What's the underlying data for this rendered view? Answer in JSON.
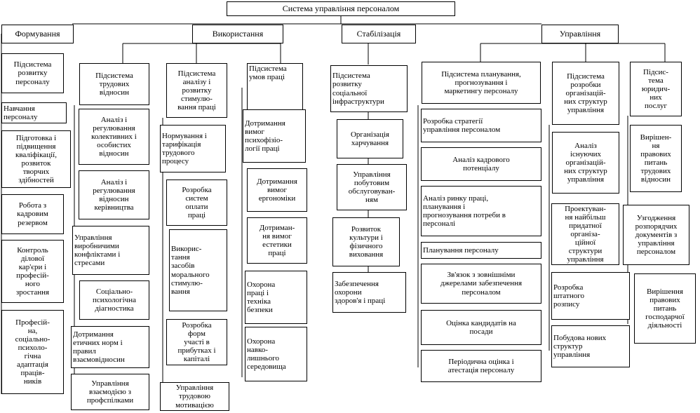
{
  "title": "Система управління персоналом",
  "branches": {
    "formation": "Формування",
    "usage": "Використання",
    "stabilization": "Стабілізація",
    "management": "Управління"
  },
  "formation": [
    "Підсистема\nрозвитку\nперсоналу",
    "Навчання\nперсоналу",
    "Підготовка і\nпідвищення\nкваліфікації,\nрозвиток\nтворчих\nздібностей",
    "Робота з\nкадровим\nрезервом",
    "Контроль\nділової\nкар'єри і\nпрофесій-\nного\nзростання",
    "Професій-\nна,\nсоціально-\nпсихоло-\nгічна\nадаптація\nпраців-\nників"
  ],
  "usage_col1": [
    "Підсистема\nтрудових\nвідносин",
    "Аналіз і\nрегулювання\nколективних і\nособистих\nвідносин",
    "Аналіз і\nрегулювання\nвідносин\nкерівництва",
    "Управління\nвиробничими\nконфліктами і\nстресами",
    "Соціально-\nпсихологічна\nдіагностика",
    "Дотримання\nетичних норм і\nправил\nвзаємовідносин",
    "Управління\nвзаємодією з\nпрофспілками"
  ],
  "usage_col2": [
    "Підсистема\nаналізу і\nрозвитку\nстимулю-\nвання праці",
    "Нормування і\nтарифікація\nтрудового\nпроцесу",
    "Розробка\nсистем\nоплати\nпраці",
    "Викорис-\nтання\nзасобів\nморального\nстимулю-\nвання",
    "Розробка\nформ\nучасті в\nприбутках і\nкапіталі",
    "Управління\nтрудовою\nмотивацією"
  ],
  "usage_col3": [
    "Підсистема\nумов праці",
    "Дотримання\nвимог\nпсихофізіо-\nлогії праці",
    "Дотримання\nвимог\nергономіки",
    "Дотриман-\nня вимог\nестетики\nпраці",
    "Охорона\nпраці і\nтехніка\nбезпеки",
    "Охорона\nнавко-\nлишнього\nсередовища"
  ],
  "stabilization": [
    "Підсистема\nрозвитку\nсоціальної\nінфраструктури",
    "Організація\nхарчування",
    "Управління\nпобутовим\nобслуговуван-\nням",
    "Розвиток\nкультури і\nфізичного\nвиховання",
    "Забезпечення\nохорони\nздоров'я і праці"
  ],
  "mgmt_col1": [
    "Підсистема планування,\nпрогнозування і\nмаркетингу персоналу",
    "Розробка стратегії\nуправління персоналом",
    "Аналіз кадрового\nпотенціалу",
    "Аналіз ринку праці,\nпланування і\nпрогнозування потреби в\nперсоналі",
    "Планування персоналу",
    "Зв'язок з зовнішніми\nджерелами забезпечення\nперсоналом",
    "Оцінка кандидатів на\nпосади",
    "Періодична оцінка і\nатестація персоналу"
  ],
  "mgmt_col2": [
    "Підсистема\nрозробки\nорганізацій-\nних структур\nуправління",
    "Аналіз\nіснуючих\nорганізацій-\nних структур\nуправління",
    "Проектуван-\nня найбільш\nпридатної\nорганіза-\nційної\nструктури\nуправління",
    "Розробка\nштатного\nрозпису",
    "Побудова нових\nструктур\nуправління"
  ],
  "mgmt_col3": [
    "Підсис-\nтема\nюридич-\nних\nпослуг",
    "Вирішен-\nня\nправових\nпитань\nтрудових\nвідносин",
    "Узгодження\nрозпорядчих\nдокументів з\nуправління\nперсоналом",
    "Вирішення\nправових\nпитань\nгосподарчої\nдіяльності"
  ]
}
